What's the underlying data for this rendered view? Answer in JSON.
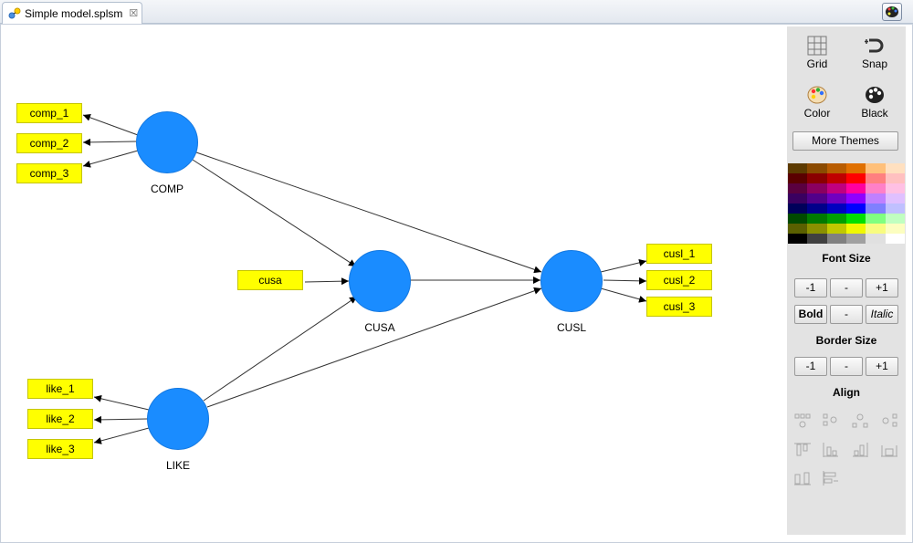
{
  "tab": {
    "title": "Simple model.splsm",
    "close": "☒"
  },
  "panel": {
    "grid_label": "Grid",
    "snap_label": "Snap",
    "color_label": "Color",
    "black_label": "Black",
    "more_themes": "More Themes",
    "font_size": "Font Size",
    "font_dec": "-1",
    "font_mid": "-",
    "font_inc": "+1",
    "bold": "Bold",
    "style_mid": "-",
    "italic": "Italic",
    "border_size": "Border Size",
    "border_dec": "-1",
    "border_mid": "-",
    "border_inc": "+1",
    "align": "Align",
    "palette": [
      "#5c3a00",
      "#8a4a00",
      "#b85c00",
      "#e07000",
      "#ffc07a",
      "#ffe0c0",
      "#5a0000",
      "#8a0000",
      "#c00000",
      "#ff0000",
      "#ff8080",
      "#ffc0c0",
      "#5a0040",
      "#8a0060",
      "#c00080",
      "#ff00a0",
      "#ff80c8",
      "#ffc0e4",
      "#3a0060",
      "#52008a",
      "#7000c0",
      "#9000ff",
      "#c080ff",
      "#e0c0ff",
      "#00005a",
      "#00008a",
      "#0000c0",
      "#0000ff",
      "#8080ff",
      "#c0c0ff",
      "#004a00",
      "#007a00",
      "#00a000",
      "#00e000",
      "#80ff80",
      "#c0ffc0",
      "#5a6000",
      "#8a9000",
      "#c0c800",
      "#f0f800",
      "#f8fc80",
      "#fcfec0",
      "#000000",
      "#404040",
      "#808080",
      "#a0a0a0",
      "#e0e0e0",
      "#ffffff"
    ]
  },
  "model": {
    "indicators": {
      "comp_1": "comp_1",
      "comp_2": "comp_2",
      "comp_3": "comp_3",
      "cusa": "cusa",
      "like_1": "like_1",
      "like_2": "like_2",
      "like_3": "like_3",
      "cusl_1": "cusl_1",
      "cusl_2": "cusl_2",
      "cusl_3": "cusl_3"
    },
    "constructs": {
      "comp": "COMP",
      "cusa": "CUSA",
      "cusl": "CUSL",
      "like": "LIKE"
    },
    "colors": {
      "construct_fill": "#1a8cff",
      "indicator_fill": "#ffff00"
    }
  }
}
